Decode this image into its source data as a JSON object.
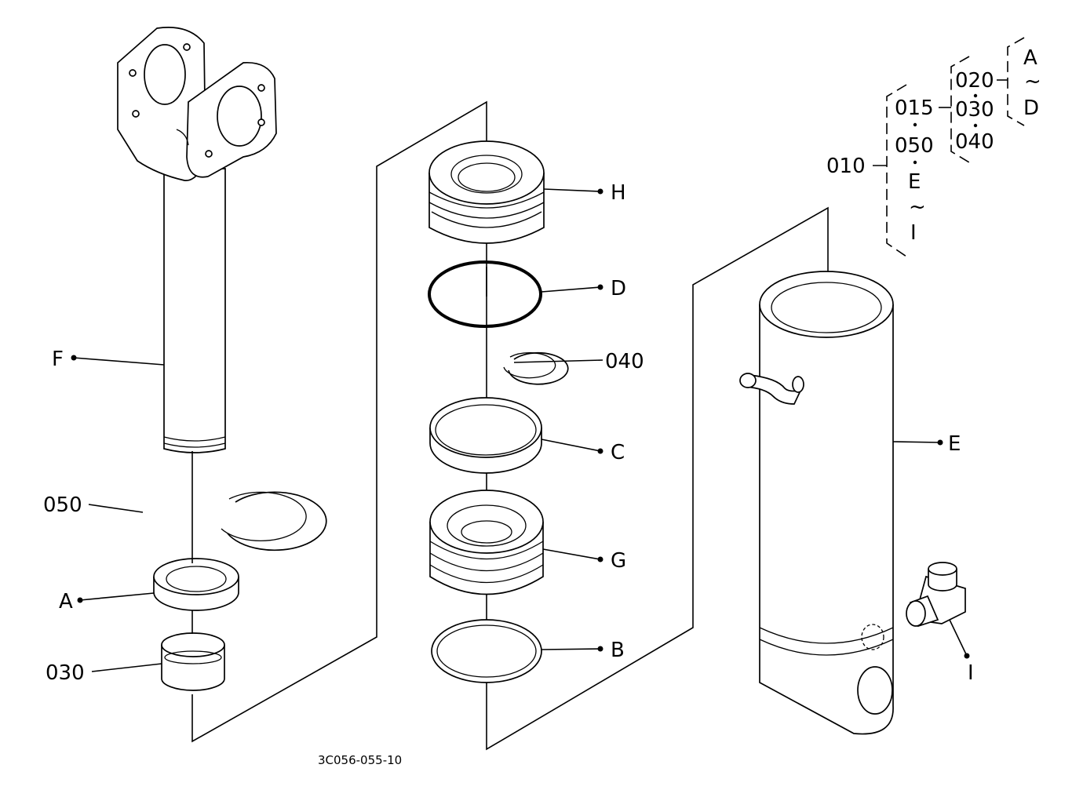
{
  "labels": {
    "F": "F",
    "050": "050",
    "A": "A",
    "030": "030",
    "H": "H",
    "D": "D",
    "040": "040",
    "C": "C",
    "G": "G",
    "B": "B",
    "E": "E",
    "I": "I"
  },
  "tree": {
    "root": "010",
    "level1": [
      "015",
      "050",
      "E",
      "~",
      "I"
    ],
    "level2": [
      "020",
      "030",
      "040"
    ],
    "level3": [
      "A",
      "~",
      "D"
    ]
  },
  "drawing_code": "3C056-055-10"
}
